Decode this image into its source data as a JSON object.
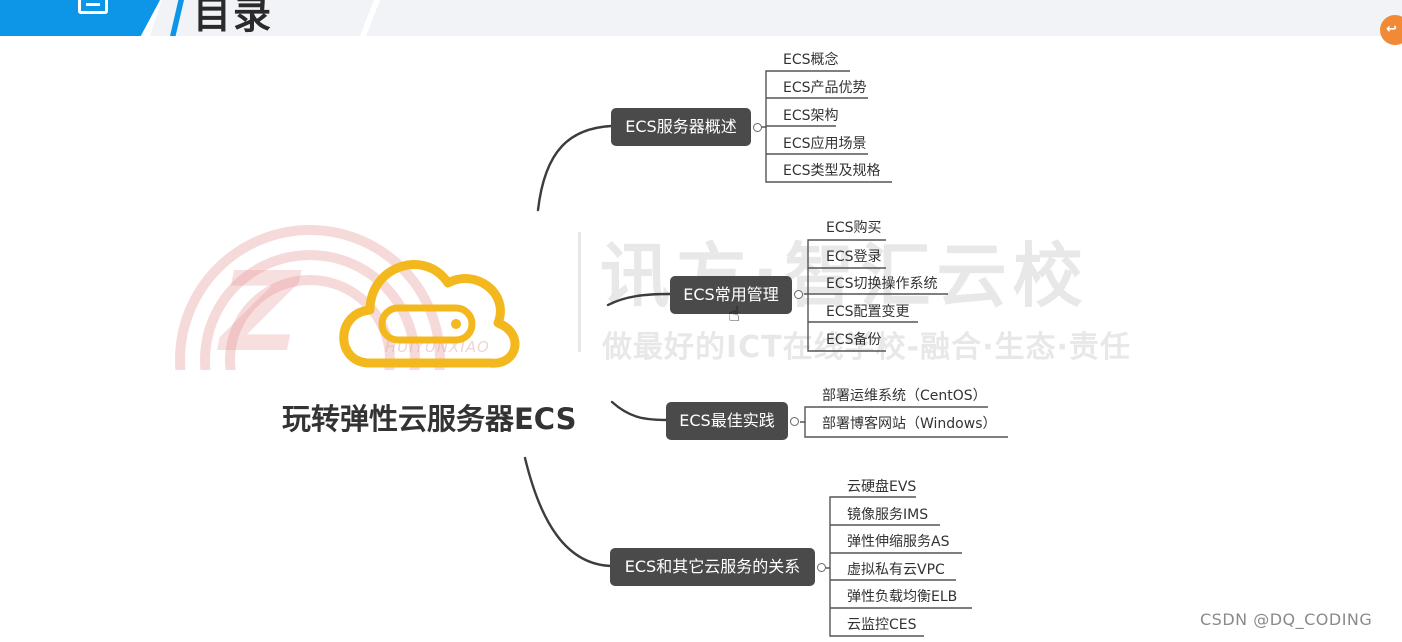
{
  "header": {
    "title": "目录"
  },
  "watermark": {
    "name": "讯方·智汇云校",
    "slogan": "做最好的ICT在线学校-融合·生态·责任",
    "pinyin": "HUIYUNXIAO"
  },
  "mindmap": {
    "center": "玩转弹性云服务器ECS",
    "branches": [
      {
        "label": "ECS服务器概述",
        "children": [
          "ECS概念",
          "ECS产品优势",
          "ECS架构",
          "ECS应用场景",
          "ECS类型及规格"
        ]
      },
      {
        "label": "ECS常用管理",
        "children": [
          "ECS购买",
          "ECS登录",
          "ECS切换操作系统",
          "ECS配置变更",
          "ECS备份"
        ]
      },
      {
        "label": "ECS最佳实践",
        "children": [
          "部署运维系统（CentOS）",
          "部署博客网站（Windows）"
        ]
      },
      {
        "label": "ECS和其它云服务的关系",
        "children": [
          "云硬盘EVS",
          "镜像服务IMS",
          "弹性伸缩服务AS",
          "虚拟私有云VPC",
          "弹性负载均衡ELB",
          "云监控CES"
        ]
      }
    ]
  },
  "credit": "CSDN @DQ_CODING",
  "colors": {
    "banner_blue": "#0d96e8",
    "node_fill": "#4a4a4a",
    "cloud_yellow": "#f4b81f",
    "watermark_red": "#e8a0a0"
  }
}
